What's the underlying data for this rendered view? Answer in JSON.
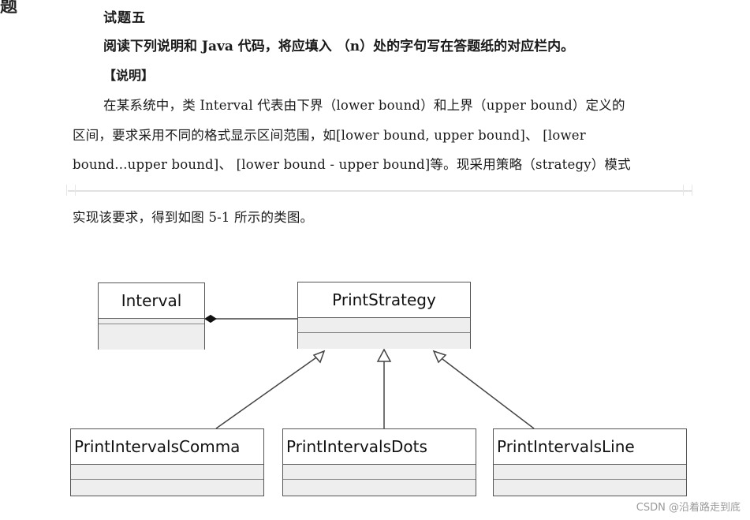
{
  "header_mark": "题",
  "question_title": "试题五",
  "instruction": "阅读下列说明和 Java 代码，将应填入 （n）处的字句写在答题纸的对应栏内。",
  "section_label": "【说明】",
  "paragraph_lines": [
    "在某系统中，类 Interval 代表由下界（lower bound）和上界（upper bound）定义的",
    "区间，要求采用不同的格式显示区间范围，如[lower bound, upper bound]、 [lower",
    "bound...upper bound]、 [lower bound - upper bound]等。现采用策略（strategy）模式",
    "实现该要求，得到如图 5-1 所示的类图。"
  ],
  "diagram": {
    "classes": {
      "interval": "Interval",
      "print_strategy": "PrintStrategy",
      "comma": "PrintIntervalsComma",
      "dots": "PrintIntervalsDots",
      "line": "PrintIntervalsLine"
    },
    "relations": [
      {
        "from": "Interval",
        "to": "PrintStrategy",
        "kind": "composition"
      },
      {
        "from": "PrintIntervalsComma",
        "to": "PrintStrategy",
        "kind": "generalization"
      },
      {
        "from": "PrintIntervalsDots",
        "to": "PrintStrategy",
        "kind": "generalization"
      },
      {
        "from": "PrintIntervalsLine",
        "to": "PrintStrategy",
        "kind": "generalization"
      }
    ]
  },
  "watermark": "CSDN @沿着路走到底"
}
